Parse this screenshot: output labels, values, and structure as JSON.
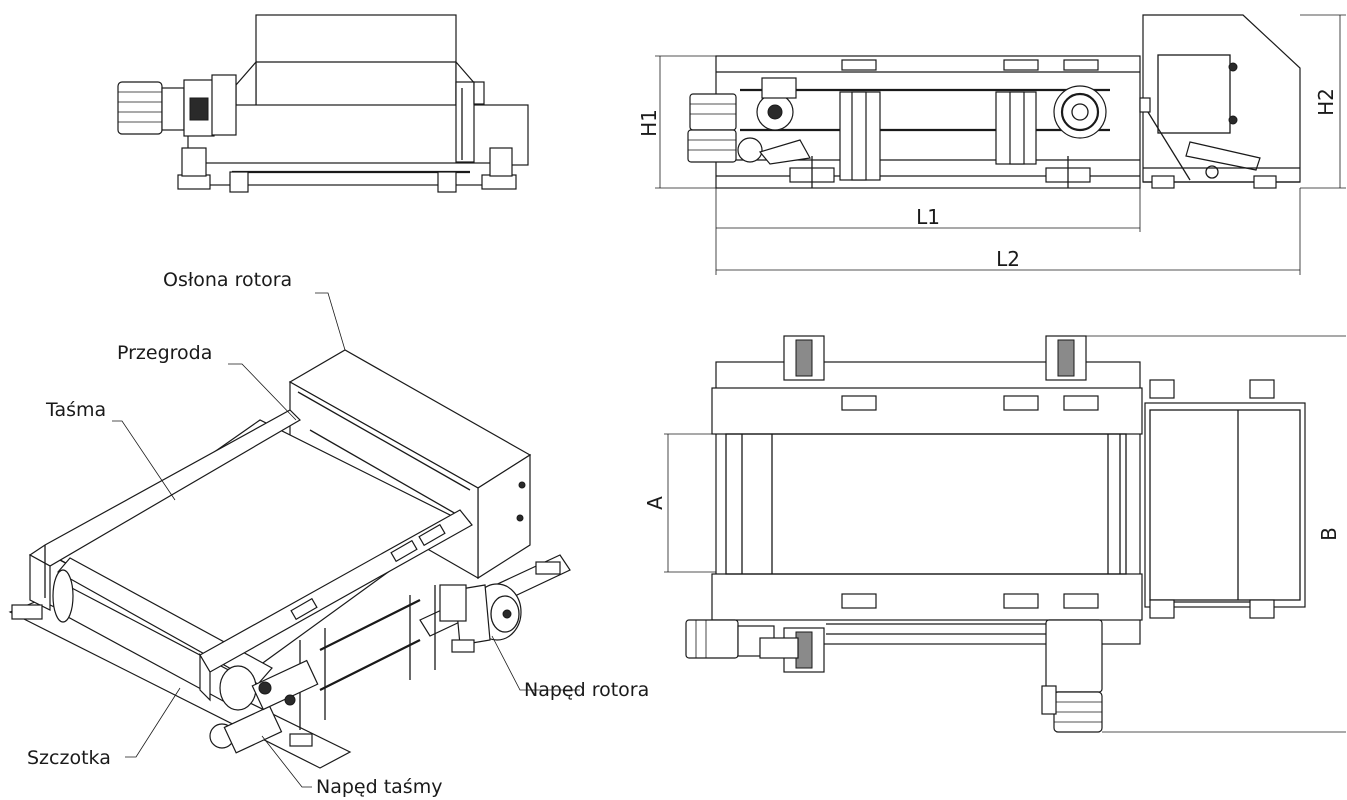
{
  "labels": {
    "oslona_rotora": "Osłona rotora",
    "przegroda": "Przegroda",
    "tasma": "Taśma",
    "naped_rotora": "Napęd rotora",
    "szczotka": "Szczotka",
    "naped_tasmy": "Napęd taśmy"
  },
  "dimensions": {
    "h1": "H1",
    "h2": "H2",
    "l1": "L1",
    "l2": "L2",
    "a": "A",
    "b": "B"
  },
  "colors": {
    "line": "#1a1a1a",
    "background": "#ffffff",
    "motor_dark": "#2a2a2a"
  }
}
